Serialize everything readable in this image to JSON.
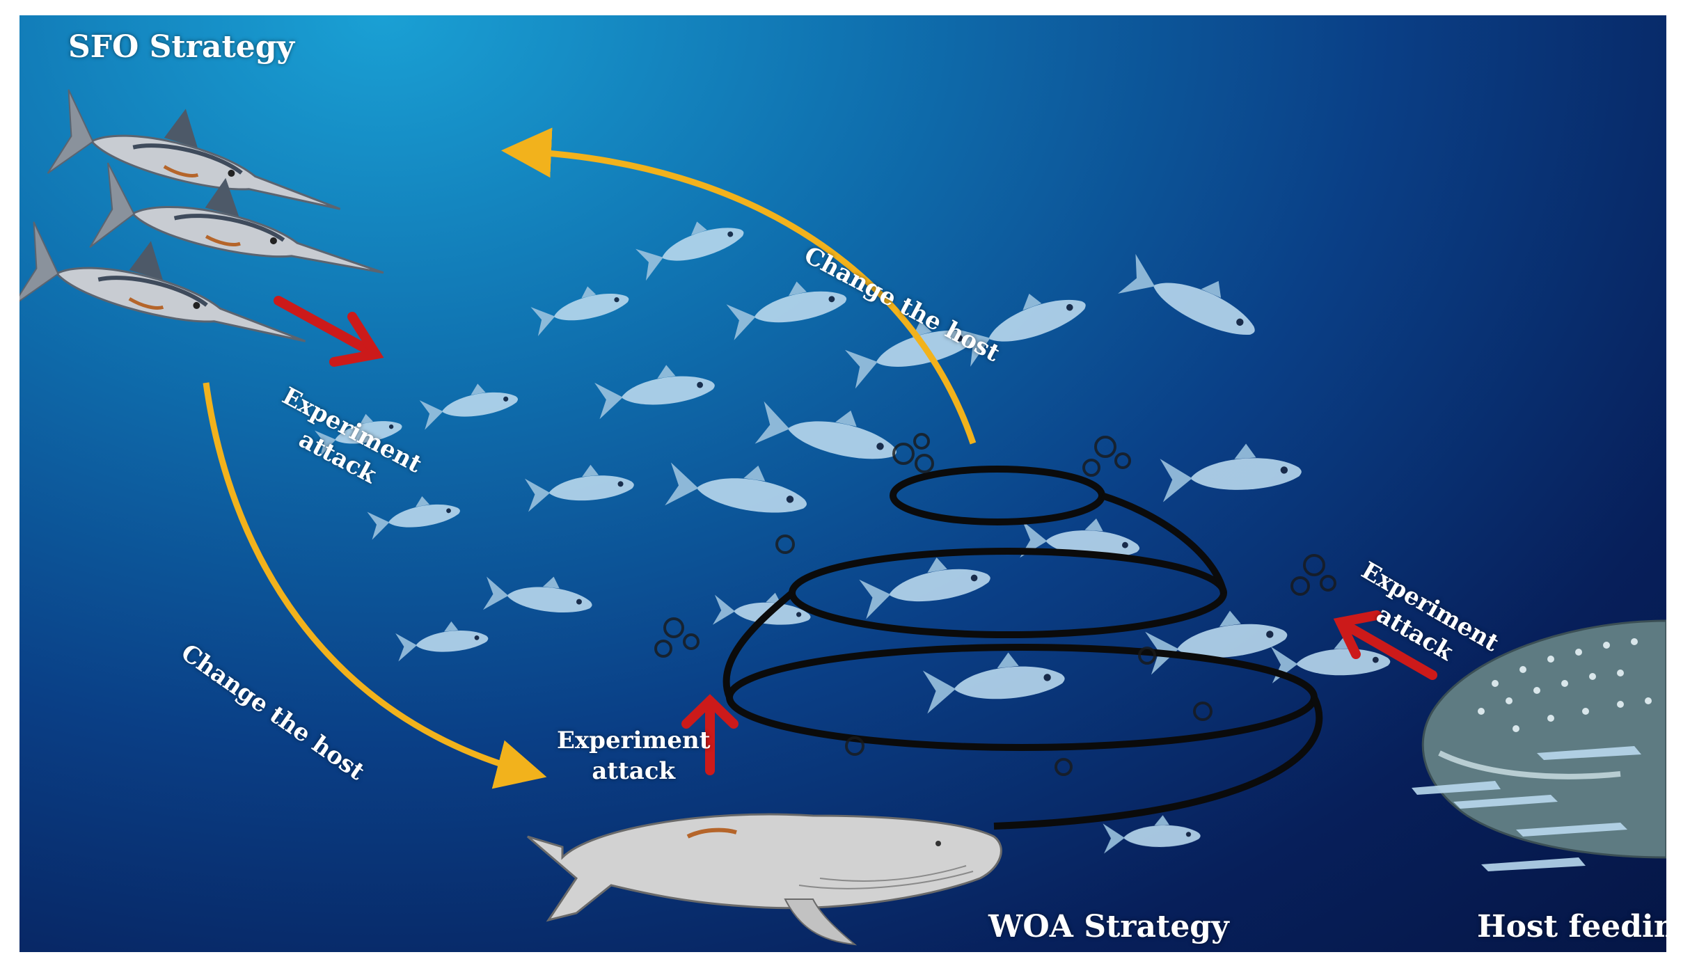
{
  "labels": {
    "sfo_strategy": "SFO Strategy",
    "woa_strategy": "WOA Strategy",
    "host_feeding": "Host feeding",
    "change_host_top": "Change the host",
    "change_host_left": "Change the host",
    "experiment_attack_sfo": [
      "Experiment",
      "attack"
    ],
    "experiment_attack_woa": [
      "Experiment",
      "attack"
    ],
    "experiment_attack_right": [
      "Experiment",
      "attack"
    ]
  },
  "colors": {
    "water_light": "#1aa0d4",
    "water_dark": "#051646",
    "host_arrow": "#f2b21c",
    "attack_arrow": "#cc1a1a",
    "spiral": "#0b0b0b",
    "whale": "#d2d2d2",
    "fish": "#b9d9ee"
  },
  "icons": {
    "swordfish": "swordfish-icon",
    "whale": "humpback-whale-icon",
    "whale_shark": "whale-shark-icon",
    "fish_school": "fish-school-icon",
    "bubble_net": "bubble-net-spiral-icon"
  }
}
